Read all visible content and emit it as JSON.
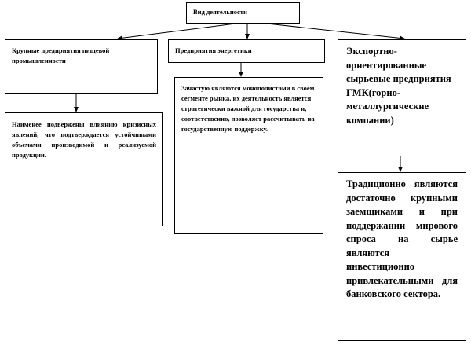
{
  "diagram": {
    "root": {
      "text": "Вид деятельности"
    },
    "branches": [
      {
        "title": "Крупные предприятия пищевой промышленности",
        "description": "Наименее подвержены влиянию кризисных явлений, что подтверждается устойчивыми объемами производимой и реализуемой продукции."
      },
      {
        "title": "Предприятия энергетики",
        "description": "Зачастую являются монополистами в своем сегменте рынка, их деятельность является стратегически важной для государства и, соответственно, позволяет рассчитывать на государственную поддержку."
      },
      {
        "title": "Экспортно-ориентированные сырьевые предприятия ГМК(горно-металлургические компании)",
        "description": "Традиционно являются достаточно крупными заемщиками и при поддержании мирового спроса на сырье являются инвестиционно привлекательными для банковского сектора."
      }
    ]
  }
}
